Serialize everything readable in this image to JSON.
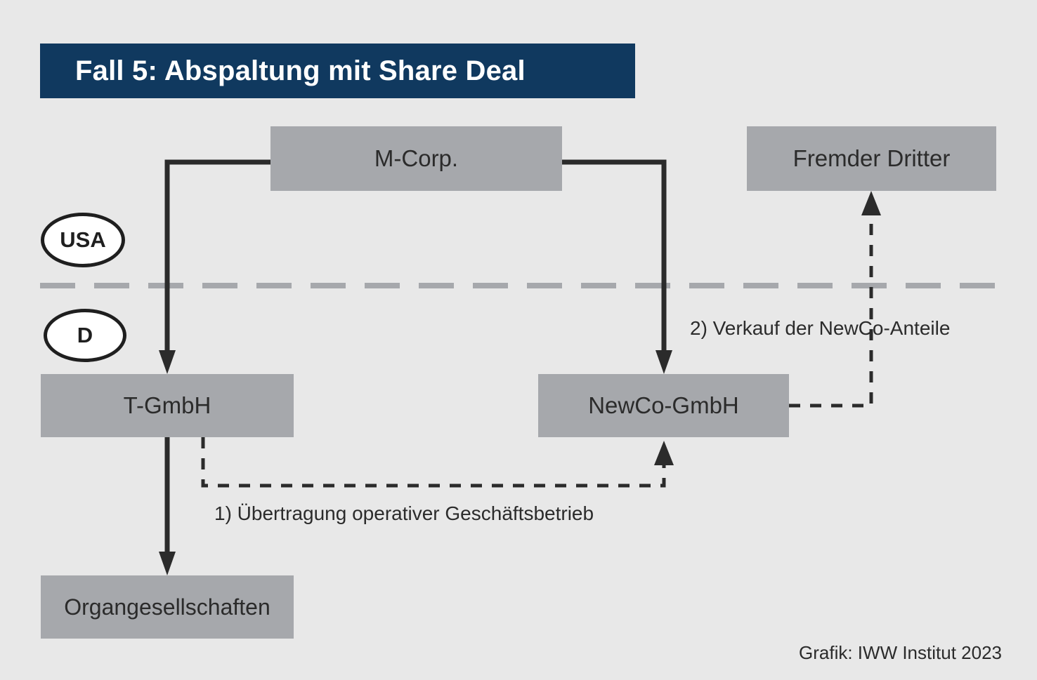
{
  "title": {
    "text": "Fall 5: Abspaltung mit Share Deal",
    "background_color": "#10395f",
    "text_color": "#ffffff"
  },
  "canvas": {
    "background_color": "#e8e8e8",
    "box_fill_color": "#a6a8ac",
    "line_color": "#2b2b2b",
    "divider_color": "#a6a8ac"
  },
  "entities": {
    "m_corp": "M-Corp.",
    "fremder_dritter": "Fremder Dritter",
    "t_gmbh": "T-GmbH",
    "newco_gmbh": "NewCo-GmbH",
    "organgesellschaften": "Organgesellschaften"
  },
  "jurisdictions": {
    "upper": "USA",
    "lower": "D"
  },
  "steps": [
    {
      "id": "step-1",
      "label": "1) Übertragung operativer Geschäftsbetrieb"
    },
    {
      "id": "step-2",
      "label": "2) Verkauf der NewCo-Anteile"
    }
  ],
  "credit": "Grafik: IWW Institut 2023"
}
